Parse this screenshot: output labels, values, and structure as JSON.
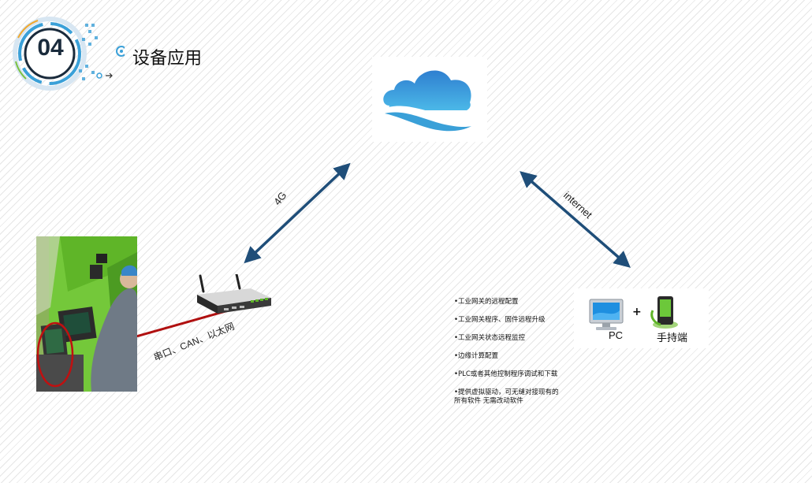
{
  "header": {
    "section_number": "04",
    "section_title": "设备应用"
  },
  "icons": {
    "cloud": "cloud-icon",
    "router": "router-icon",
    "pc": "monitor-icon",
    "handheld": "handheld-device-icon"
  },
  "connections": {
    "gateway_to_cloud": "4G",
    "cloud_to_devices": "internet",
    "machine_to_gateway": "串口、CAN、以太网"
  },
  "devices": {
    "pc_label": "PC",
    "plus": "+",
    "handheld_label": "手持端"
  },
  "features": [
    "•工业网关的远程配置",
    "•工业网关程序、固件远程升级",
    "•工业网关状态远程监控",
    "•边缘计算配置",
    "•PLC或者其他控制程序调试和下载",
    "•提供虚拟驱动，可无缝对接现有的 所有软件 无需改动软件"
  ],
  "colors": {
    "arrow": "#1f4e79",
    "cable": "#b01010",
    "badge_accent": "#3aa0d8",
    "cloud": "#3a9ad9"
  }
}
